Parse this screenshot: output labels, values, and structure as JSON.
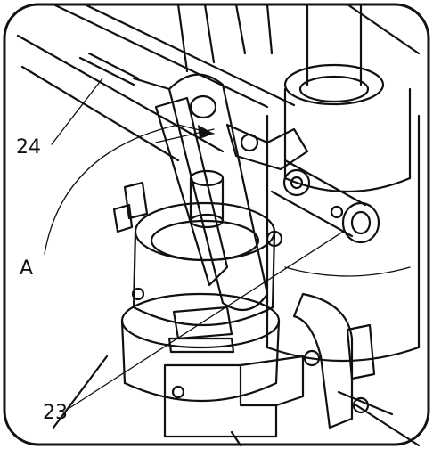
{
  "labels": {
    "part_24": "24",
    "part_a": "A",
    "part_23": "23"
  },
  "colors": {
    "ink": "#111111",
    "background": "#ffffff"
  }
}
